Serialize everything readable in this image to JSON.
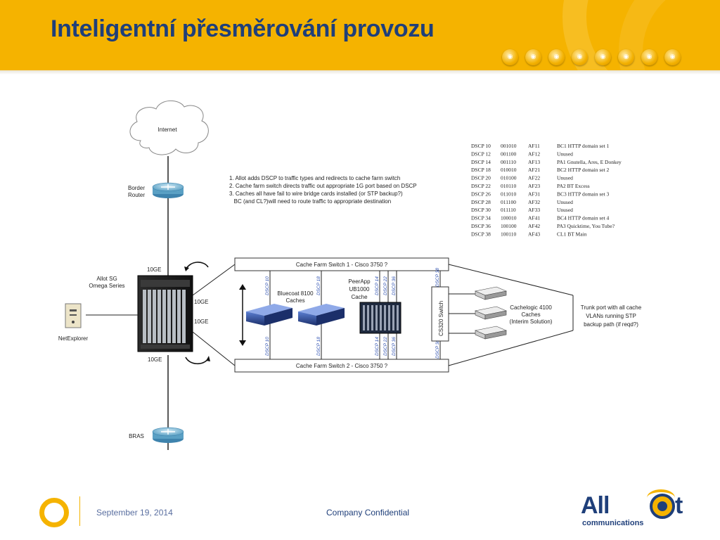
{
  "slide": {
    "title": "Inteligentní přesměrování provozu",
    "footer_date": "September 19, 2014",
    "footer_confidential": "Company Confidential",
    "logo_text": "All",
    "logo_suffix": "t",
    "logo_subtitle": "communications",
    "accent_color": "#f5b300",
    "title_color": "#1f3f7a"
  },
  "header_icons": [
    "cd-icon",
    "cd-icon",
    "cd-icon",
    "cd-icon",
    "cd-icon",
    "cd-icon",
    "cd-icon",
    "cd-icon"
  ],
  "diagram": {
    "internet": "Internet",
    "border_router": [
      "Border",
      "Router"
    ],
    "allot_label": [
      "Allot SG",
      "Omega Series"
    ],
    "netexplorer": "NetExplorer",
    "bras": "BRAS",
    "link_10ge_top": "10GE",
    "link_10ge_mid1": "10GE",
    "link_10ge_mid2": "10GE",
    "link_10ge_bottom": "10GE",
    "notes": [
      "1. Allot adds DSCP to traffic types and redirects to cache farm switch",
      "2. Cache farm switch directs traffic out appropriate 1G port based on DSCP",
      "3. Caches all have fail to wire bridge cards installed (or STP backup?)",
      "   BC (and CL?)will need to route traffic to appropriate destination"
    ],
    "switch_top": "Cache Farm Switch 1 - Cisco 3750 ?",
    "switch_bottom": "Cache Farm Switch 2 - Cisco 3750 ?",
    "bluecoat": [
      "Bluecoat 8100",
      "Caches"
    ],
    "peerapp": [
      "PeerApp",
      "UB1000",
      "Cache"
    ],
    "cs320": "CS320 Switch",
    "cachelogic": [
      "Cachelogic 4100",
      "Caches",
      "(Interim Solution)"
    ],
    "trunk": [
      "Trunk port with all cache",
      "VLANs running STP",
      "backup path (if reqd?)"
    ],
    "dscp_labels": {
      "bc1": "DSCP 10",
      "bc2": "DSCP 18",
      "pa1": "DSCP 14",
      "pa2": "DSCP 22",
      "pa3": "DSCP 36",
      "cl": "DSCP 38"
    },
    "dscp_table": [
      [
        "DSCP 10",
        "001010",
        "AF11",
        "BC1 HTTP domain set 1"
      ],
      [
        "DSCP 12",
        "001100",
        "AF12",
        "Unused"
      ],
      [
        "DSCP 14",
        "001110",
        "AF13",
        "PA1 Gnutella, Ares, E Donkey"
      ],
      [
        "DSCP 18",
        "010010",
        "AF21",
        "BC2 HTTP domain set 2"
      ],
      [
        "DSCP 20",
        "010100",
        "AF22",
        "Unused"
      ],
      [
        "DSCP 22",
        "010110",
        "AF23",
        "PA2 BT Excess"
      ],
      [
        "DSCP 26",
        "011010",
        "AF31",
        "BC3 HTTP  domain set 3"
      ],
      [
        "DSCP 28",
        "011100",
        "AF32",
        "Unused"
      ],
      [
        "DSCP 30",
        "011110",
        "AF33",
        "Unused"
      ],
      [
        "DSCP 34",
        "100010",
        "AF41",
        "BC4 HTTP domain set 4"
      ],
      [
        "DSCP 36",
        "100100",
        "AF42",
        "PA3 Quicktime, You Tube?"
      ],
      [
        "DSCP 38",
        "100110",
        "AF43",
        "CL1 BT Main"
      ]
    ]
  }
}
